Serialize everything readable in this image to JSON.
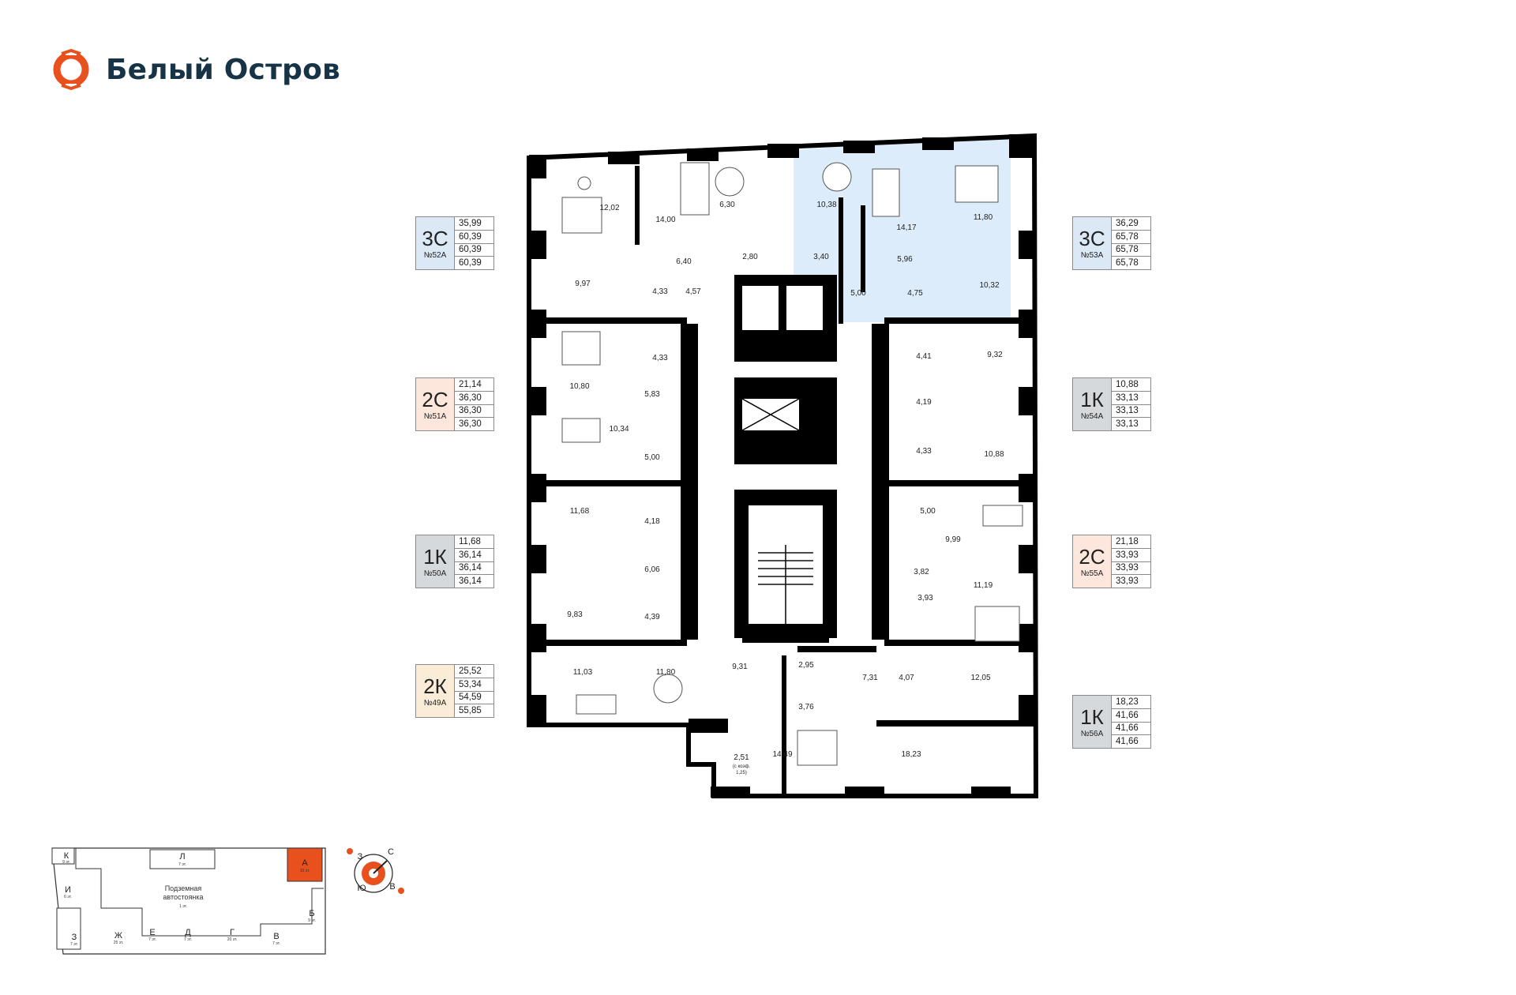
{
  "brand": {
    "name": "Белый Остров",
    "accent": "#e8501e",
    "text_color": "#173447"
  },
  "cards": [
    {
      "id": "52A",
      "type": "3С",
      "num": "№52А",
      "values": [
        "35,99",
        "60,39",
        "60,39",
        "60,39"
      ],
      "color": "#dbe9f7"
    },
    {
      "id": "51A",
      "type": "2С",
      "num": "№51А",
      "values": [
        "21,14",
        "36,30",
        "36,30",
        "36,30"
      ],
      "color": "#fde6db"
    },
    {
      "id": "50A",
      "type": "1К",
      "num": "№50А",
      "values": [
        "11,68",
        "36,14",
        "36,14",
        "36,14"
      ],
      "color": "#d6d9dc"
    },
    {
      "id": "49A",
      "type": "2К",
      "num": "№49А",
      "values": [
        "25,52",
        "53,34",
        "54,59",
        "55,85"
      ],
      "color": "#faecd7"
    },
    {
      "id": "53A",
      "type": "3С",
      "num": "№53А",
      "values": [
        "36,29",
        "65,78",
        "65,78",
        "65,78"
      ],
      "color": "#dbe9f7"
    },
    {
      "id": "54A",
      "type": "1К",
      "num": "№54А",
      "values": [
        "10,88",
        "33,13",
        "33,13",
        "33,13"
      ],
      "color": "#d6d9dc"
    },
    {
      "id": "55A",
      "type": "2С",
      "num": "№55А",
      "values": [
        "21,18",
        "33,93",
        "33,93",
        "33,93"
      ],
      "color": "#fde6db"
    },
    {
      "id": "56A",
      "type": "1К",
      "num": "№56А",
      "values": [
        "18,23",
        "41,66",
        "41,66",
        "41,66"
      ],
      "color": "#d6d9dc"
    }
  ],
  "rooms": [
    "12,02",
    "14,00",
    "6,30",
    "10,38",
    "14,17",
    "11,80",
    "6,40",
    "2,80",
    "3,40",
    "5,96",
    "9,97",
    "4,33",
    "4,57",
    "5,00",
    "4,75",
    "10,32",
    "4,33",
    "4,41",
    "9,32",
    "10,80",
    "5,83",
    "4,19",
    "10,34",
    "5,00",
    "4,33",
    "10,88",
    "11,68",
    "4,18",
    "5,00",
    "9,99",
    "6,06",
    "3,82",
    "11,19",
    "9,83",
    "4,39",
    "3,93",
    "11,03",
    "11,80",
    "9,31",
    "2,95",
    "7,31",
    "4,07",
    "12,05",
    "3,76",
    "2,51",
    "14,49",
    "18,23"
  ],
  "balcony_note": [
    "(с коэф.",
    "1,25)"
  ],
  "highlight_color": "#dcecfa",
  "site": {
    "sections": [
      {
        "id": "K",
        "label": "К",
        "floors": "9 эт."
      },
      {
        "id": "L",
        "label": "Л",
        "floors": "7 эт."
      },
      {
        "id": "A",
        "label": "А",
        "floors": "10 эт."
      },
      {
        "id": "I",
        "label": "И",
        "floors": "6 эт."
      },
      {
        "id": "B",
        "label": "Б",
        "floors": "9 эт."
      },
      {
        "id": "Z",
        "label": "З",
        "floors": "7 эт."
      },
      {
        "id": "ZH",
        "label": "Ж",
        "floors": "25 эт."
      },
      {
        "id": "E",
        "label": "Е",
        "floors": "7 эт."
      },
      {
        "id": "D",
        "label": "Д",
        "floors": "7 эт."
      },
      {
        "id": "G",
        "label": "Г",
        "floors": "20 эт."
      },
      {
        "id": "V",
        "label": "В",
        "floors": "7 эт."
      }
    ],
    "parking": [
      "Подземная",
      "автостоянка"
    ],
    "parking_floors": "1 эт.",
    "active_section": "A"
  },
  "compass": {
    "north": "С",
    "south": "Ю",
    "west": "З",
    "east": "В"
  }
}
